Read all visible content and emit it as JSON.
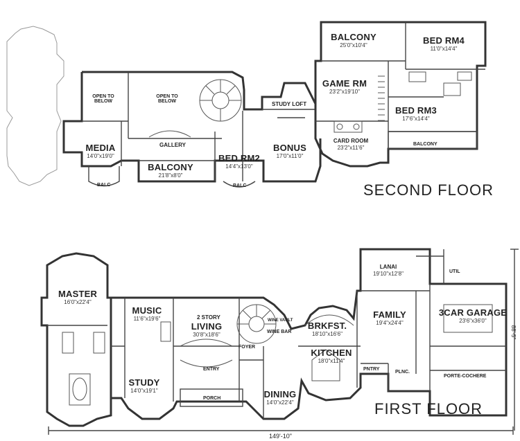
{
  "floors": [
    {
      "title": "SECOND FLOOR",
      "rooms": [
        {
          "name": "BALCONY",
          "dims": "25'0\"x10'4\""
        },
        {
          "name": "BED RM4",
          "dims": "11'0\"x14'4\""
        },
        {
          "name": "GAME RM",
          "dims": "23'2\"x19'10\""
        },
        {
          "name": "BED RM3",
          "dims": "17'6\"x14'4\""
        },
        {
          "name": "OPEN TO BELOW",
          "dims": ""
        },
        {
          "name": "OPEN TO BELOW",
          "dims": ""
        },
        {
          "name": "STUDY LOFT",
          "dims": ""
        },
        {
          "name": "MEDIA",
          "dims": "14'0\"x19'0\""
        },
        {
          "name": "GALLERY",
          "dims": ""
        },
        {
          "name": "BALCONY",
          "dims": "21'8\"x8'0\""
        },
        {
          "name": "BED RM2",
          "dims": "14'4\"x13'0\""
        },
        {
          "name": "BONUS",
          "dims": "17'0\"x11'0\""
        },
        {
          "name": "CARD ROOM",
          "dims": "23'2\"x11'6\""
        },
        {
          "name": "BALCONY",
          "dims": ""
        },
        {
          "name": "BALC",
          "dims": ""
        },
        {
          "name": "BALC",
          "dims": ""
        }
      ]
    },
    {
      "title": "FIRST FLOOR",
      "rooms": [
        {
          "name": "LANAI",
          "dims": "19'10\"x12'8\""
        },
        {
          "name": "UTIL",
          "dims": ""
        },
        {
          "name": "MASTER",
          "dims": "16'0\"x22'4\""
        },
        {
          "name": "MUSIC",
          "dims": "11'6\"x19'6\""
        },
        {
          "name": "2 STORY",
          "dims": ""
        },
        {
          "name": "LIVING",
          "dims": "30'8\"x18'6\""
        },
        {
          "name": "WINE VAULT",
          "dims": ""
        },
        {
          "name": "WINE BAR",
          "dims": ""
        },
        {
          "name": "BRKFST.",
          "dims": "18'10\"x16'6\""
        },
        {
          "name": "FAMILY",
          "dims": "19'4\"x24'4\""
        },
        {
          "name": "3CAR GARAGE",
          "dims": "23'6\"x36'0\""
        },
        {
          "name": "FOYER",
          "dims": ""
        },
        {
          "name": "ENTRY",
          "dims": ""
        },
        {
          "name": "KITCHEN",
          "dims": "18'0\"x11'4\""
        },
        {
          "name": "STUDY",
          "dims": "14'0\"x19'1\""
        },
        {
          "name": "PORCH",
          "dims": ""
        },
        {
          "name": "DINING",
          "dims": "14'0\"x22'4\""
        },
        {
          "name": "PNTRY",
          "dims": ""
        },
        {
          "name": "PLNC.",
          "dims": ""
        },
        {
          "name": "PORTE-COCHERE",
          "dims": ""
        }
      ]
    }
  ],
  "overall_width": "149'-10\"",
  "overall_depth": "88'-5\""
}
